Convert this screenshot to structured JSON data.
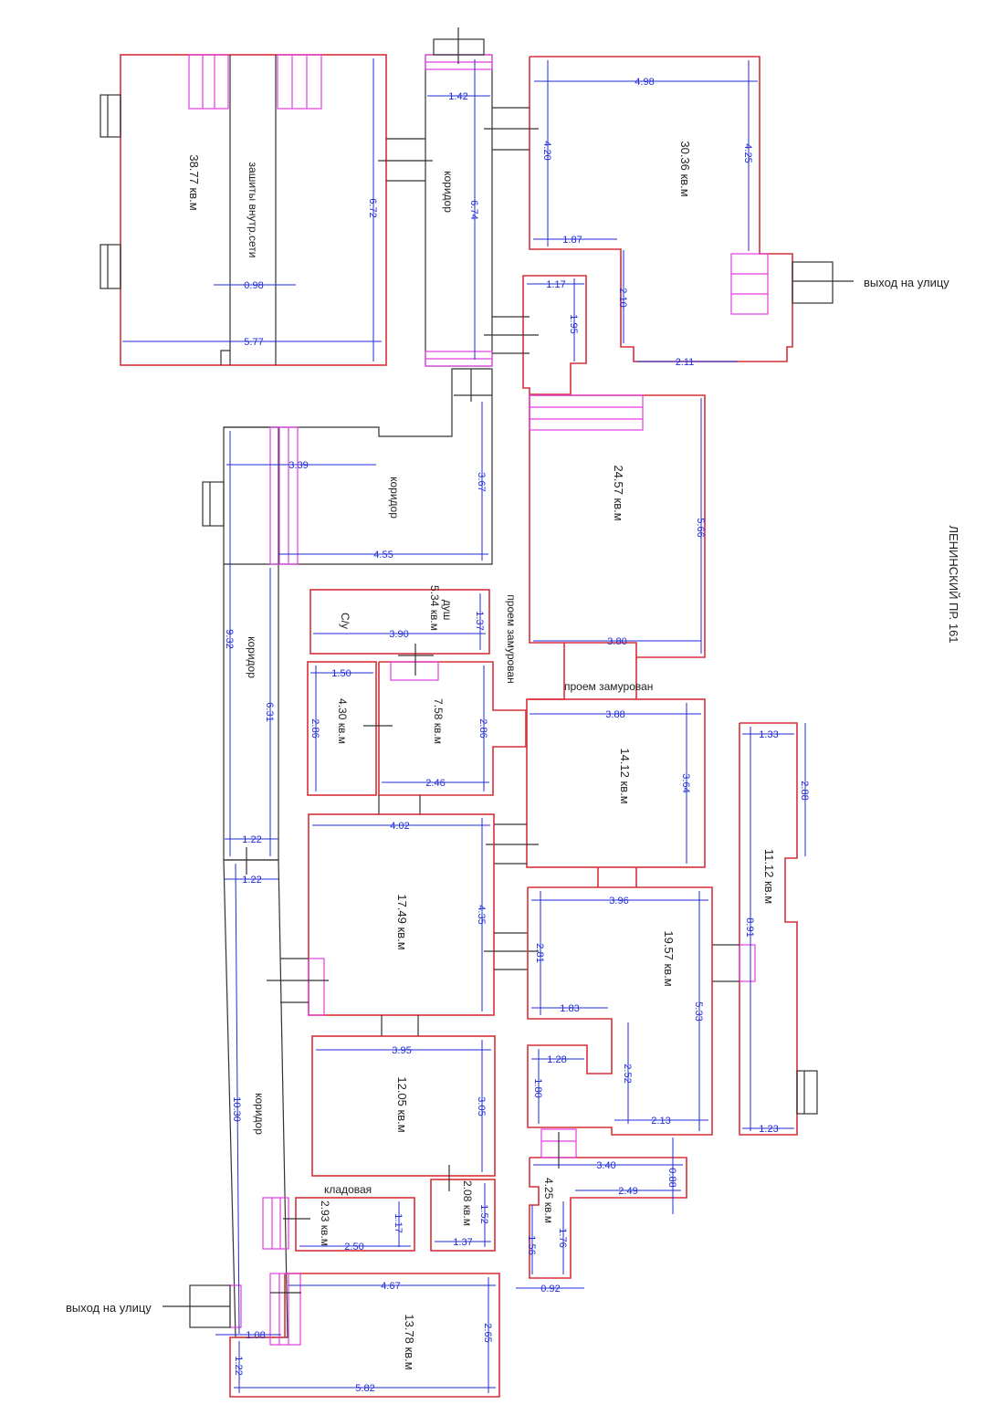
{
  "address": "ЛЕНИНСКИЙ ПР. 161",
  "exits": {
    "exit_right": "выход на улицу",
    "exit_left": "выход на улицу"
  },
  "rooms": {
    "room_38_77": "38.77 кв.м",
    "protection": "зашиты внутр.сети",
    "corridor_top": "коридор",
    "room_30_36": "30.36 кв.м",
    "corridor_mid": "коридор",
    "room_24_57": "24.57 кв.м",
    "corridor_left": "коридор",
    "wc": "С/у",
    "room_5_34": "5.34 кв.м",
    "shower": "душ",
    "bricked_opening_1": "проем замурован",
    "bricked_opening_2": "проем замурован",
    "room_4_30": "4.30 кв.м",
    "room_7_58": "7.58 кв.м",
    "room_14_12": "14.12 кв.м",
    "room_11_12": "11.12 кв.м",
    "room_17_49": "17.49 кв.м",
    "room_19_57": "19.57 кв.м",
    "room_12_05": "12.05 кв.м",
    "corridor_bottom": "коридор",
    "storeroom": "кладовая",
    "room_2_93": "2.93 кв.м",
    "room_2_08": "2.08 кв.м",
    "room_4_25": "4.25 кв.м",
    "room_13_78": "13.78 кв.м"
  },
  "dimensions": {
    "d_5_77": "5.77",
    "d_6_72": "6.72",
    "d_0_98": "0.98",
    "d_1_42": "1.42",
    "d_6_74": "6.74",
    "d_4_98": "4.98",
    "d_4_20": "4.20",
    "d_4_25": "4.25",
    "d_1_87": "1.87",
    "d_2_10": "2.10",
    "d_2_11": "2.11",
    "d_1_17": "1.17",
    "d_1_95": "1.95",
    "d_3_39": "3.39",
    "d_3_67": "3.67",
    "d_4_55": "4.55",
    "d_5_66": "5.66",
    "d_3_80": "3.80",
    "d_9_32": "9.32",
    "d_6_31": "6.31",
    "d_1_22a": "1.22",
    "d_1_22b": "1.22",
    "d_3_90": "3.90",
    "d_1_37a": "1.37",
    "d_1_50": "1.50",
    "d_2_86a": "2.86",
    "d_2_86b": "2.86",
    "d_2_46": "2.46",
    "d_3_88": "3.88",
    "d_3_64": "3.64",
    "d_1_33": "1.33",
    "d_2_88": "2.88",
    "d_8_91": "8.91",
    "d_1_23": "1.23",
    "d_4_02": "4.02",
    "d_4_35": "4.35",
    "d_3_96": "3.96",
    "d_2_81": "2.81",
    "d_1_83": "1.83",
    "d_5_33": "5.33",
    "d_2_52": "2.52",
    "d_1_28": "1.28",
    "d_1_80": "1.80",
    "d_2_13": "2.13",
    "d_3_95": "3.95",
    "d_3_05": "3.05",
    "d_10_30": "10.30",
    "d_1_17b": "1.17",
    "d_2_50": "2.50",
    "d_1_52": "1.52",
    "d_1_37b": "1.37",
    "d_3_40": "3.40",
    "d_0_88": "0.88",
    "d_2_49": "2.49",
    "d_1_76": "1.76",
    "d_1_56": "1.56",
    "d_0_92": "0.92",
    "d_4_67": "4.67",
    "d_2_65": "2.65",
    "d_1_08": "1.08",
    "d_1_22c": "1.22",
    "d_5_82": "5.82"
  }
}
